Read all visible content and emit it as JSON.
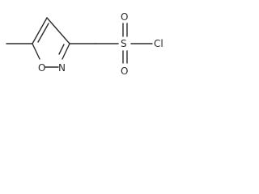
{
  "molecule": {
    "atoms": {
      "O_ring": "O",
      "N_ring": "N",
      "S": "S",
      "O_top": "O",
      "O_bottom": "O",
      "Cl": "Cl"
    },
    "colors": {
      "ink": "#2b2b2b",
      "background": "#ffffff"
    }
  }
}
